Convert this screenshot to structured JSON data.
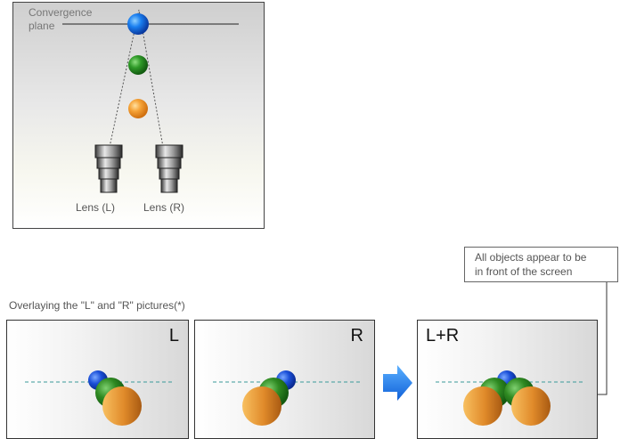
{
  "top_diagram": {
    "convergence_label": [
      "Convergence",
      "plane"
    ],
    "lens_left_label": "Lens (L)",
    "lens_right_label": "Lens (R)"
  },
  "overlay_title": "Overlaying the \"L\" and \"R\" pictures(*)",
  "pictures": {
    "left_label": "L",
    "right_label": "R",
    "combined_label": "L+R"
  },
  "note": {
    "lines": [
      "All objects appear to be",
      "in front of the screen"
    ]
  },
  "colors": {
    "blue_ball": "#1a5fe0",
    "green_ball": "#2f9a28",
    "orange_ball": "#f5a236",
    "screen_line": "#3a9a9a",
    "arrow": "#1e7fe8"
  }
}
